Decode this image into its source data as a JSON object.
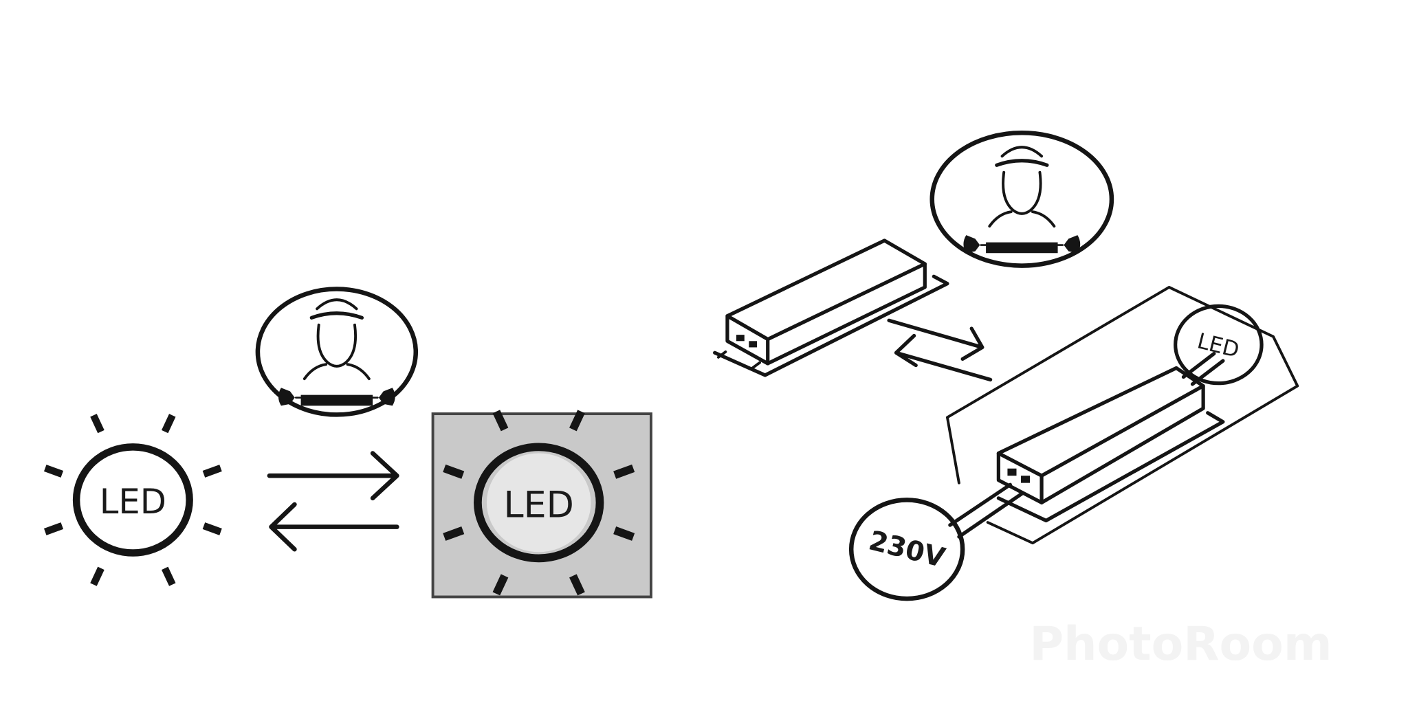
{
  "left_panel": {
    "led_on_label": "LED",
    "led_replace_label": "LED"
  },
  "right_panel": {
    "led_label": "LED",
    "voltage_label": "230V"
  },
  "watermark": "PhotoRoom",
  "colors": {
    "ink": "#151515",
    "highlight_box": "#c9c9c9"
  }
}
